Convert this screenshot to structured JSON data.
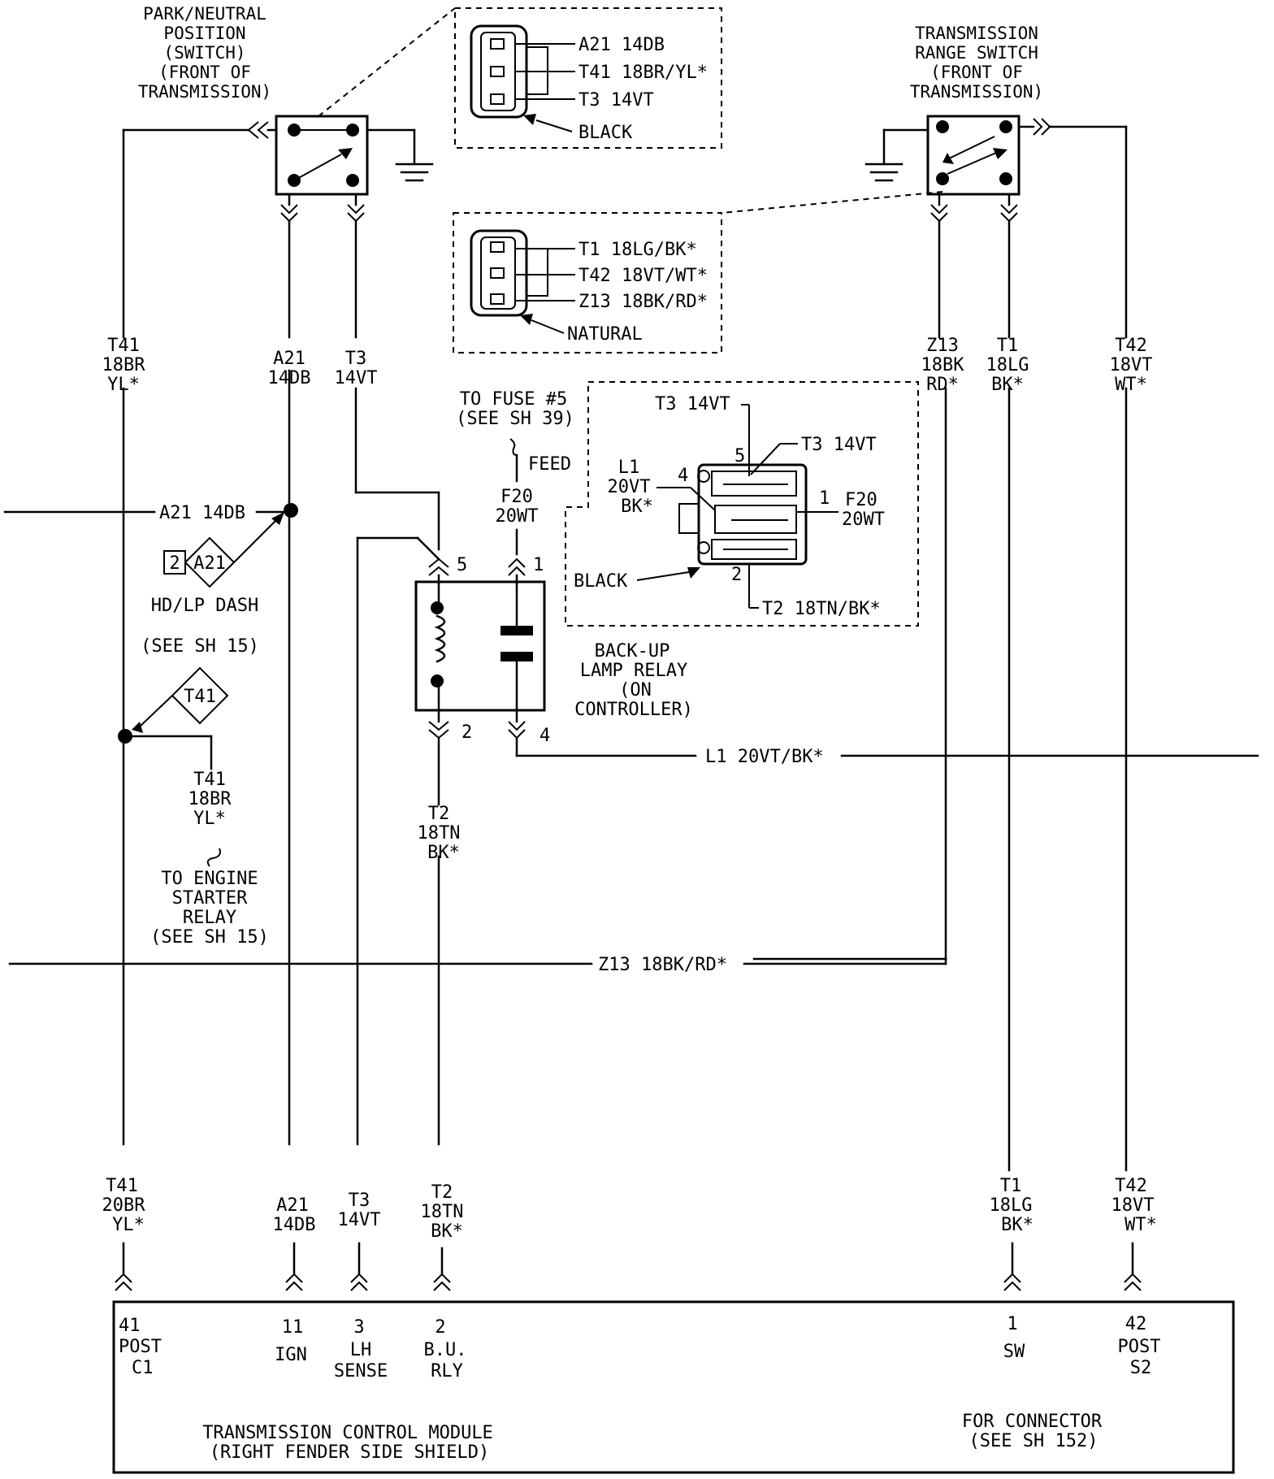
{
  "components": {
    "pn_switch": [
      "PARK/NEUTRAL",
      "POSITION",
      "(SWITCH)",
      "(FRONT OF",
      "TRANSMISSION)"
    ],
    "tr_switch": [
      "TRANSMISSION",
      "RANGE SWITCH",
      "(FRONT OF",
      "TRANSMISSION)"
    ],
    "relay": [
      "BACK-UP",
      "LAMP RELAY",
      "(ON",
      "CONTROLLER)"
    ],
    "tcm": [
      "TRANSMISSION CONTROL MODULE",
      "(RIGHT FENDER SIDE SHIELD)"
    ],
    "for_connector": [
      "FOR CONNECTOR",
      "(SEE SH 152)"
    ]
  },
  "connector_views": {
    "pn": {
      "pins": [
        "A21 14DB",
        "T41 18BR/YL*",
        "T3 14VT"
      ],
      "color": "BLACK"
    },
    "tr": {
      "pins": [
        "T1 18LG/BK*",
        "T42 18VT/WT*",
        "Z13 18BK/RD*"
      ],
      "color": "NATURAL"
    },
    "relay": {
      "pin5": "5",
      "pin4": "4",
      "pin1": "1",
      "pin2": "2",
      "t3_top": "T3 14VT",
      "t3_right": "T3 14VT",
      "l1": [
        "L1",
        "20VT",
        "BK*"
      ],
      "f20": [
        "F20",
        "20WT"
      ],
      "t2": "T2 18TN/BK*",
      "color": "BLACK"
    }
  },
  "wires": {
    "t41_top": [
      "T41",
      "18BR",
      "YL*"
    ],
    "a21_top": [
      "A21",
      "14DB"
    ],
    "t3_top": [
      "T3",
      "14VT"
    ],
    "z13_top": [
      "Z13",
      "18BK",
      "RD*"
    ],
    "t1_top": [
      "T1",
      "18LG",
      "BK*"
    ],
    "t42_top": [
      "T42",
      "18VT",
      "WT*"
    ],
    "a21_horizontal": "A21 14DB",
    "fuse": [
      "TO FUSE #5",
      "(SEE SH 39)"
    ],
    "feed": "FEED",
    "f20": [
      "F20",
      "20WT"
    ],
    "relay_pin5": "5",
    "relay_pin1": "1",
    "relay_pin2": "2",
    "relay_pin4": "4",
    "l1_horizontal": "L1 20VT/BK*",
    "splice_a21_num": "2",
    "splice_a21": "A21",
    "hd_lp": "HD/LP DASH",
    "see_sh15": "(SEE SH 15)",
    "splice_t41": "T41",
    "t41_mid": [
      "T41",
      "18BR",
      "YL*"
    ],
    "engine_starter": [
      "TO ENGINE",
      "STARTER",
      "RELAY",
      "(SEE SH 15)"
    ],
    "t2_mid": [
      "T2",
      "18TN",
      "BK*"
    ],
    "z13_horizontal": "Z13 18BK/RD*",
    "t41_bot": [
      "T41",
      "20BR",
      "YL*"
    ],
    "a21_bot": [
      "A21",
      "14DB"
    ],
    "t3_bot": [
      "T3",
      "14VT"
    ],
    "t2_bot": [
      "T2",
      "18TN",
      "BK*"
    ],
    "t1_bot": [
      "T1",
      "18LG",
      "BK*"
    ],
    "t42_bot": [
      "T42",
      "18VT",
      "WT*"
    ]
  },
  "tcm_pins": [
    {
      "num": "41",
      "lines": [
        "POST",
        "C1"
      ]
    },
    {
      "num": "11",
      "lines": [
        "IGN"
      ]
    },
    {
      "num": "3",
      "lines": [
        "LH",
        "SENSE"
      ]
    },
    {
      "num": "2",
      "lines": [
        "B.U.",
        "RLY"
      ]
    },
    {
      "num": "1",
      "lines": [
        "SW"
      ]
    },
    {
      "num": "42",
      "lines": [
        "POST",
        "S2"
      ]
    }
  ]
}
